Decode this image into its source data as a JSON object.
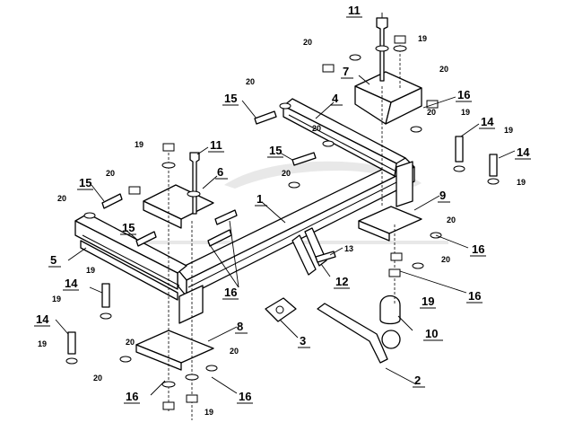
{
  "callouts": {
    "c1": "1",
    "c2": "2",
    "c3": "3",
    "c4": "4",
    "c5": "5",
    "c6": "6",
    "c7": "7",
    "c8": "8",
    "c9": "9",
    "c10": "10",
    "c11": "11",
    "c12": "12",
    "c13": "13",
    "c14": "14",
    "c15": "15",
    "c16": "16",
    "c19": "19",
    "c20": "20"
  },
  "colors": {
    "line": "#000000",
    "background": "#ffffff",
    "watermark": "#bcbcbc"
  },
  "icons": {
    "watermark": "car-silhouette-watermark-icon"
  }
}
